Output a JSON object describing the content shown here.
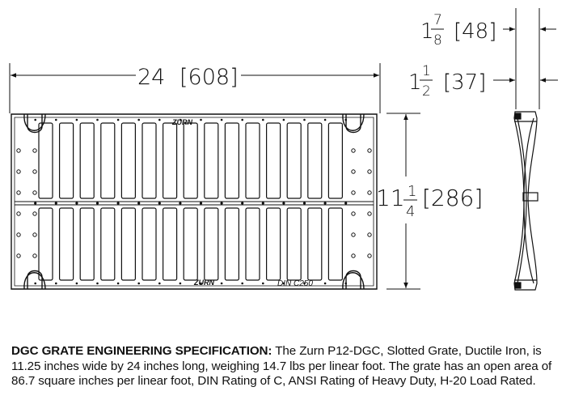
{
  "dimensions": {
    "length": "24",
    "length_mm": "[608]",
    "width_whole": "11",
    "width_num": "1",
    "width_den": "4",
    "width_mm": "[286]",
    "depth_total_whole": "1",
    "depth_total_num": "7",
    "depth_total_den": "8",
    "depth_total_mm": "[48]",
    "depth_body_whole": "1",
    "depth_body_num": "1",
    "depth_body_den": "2",
    "depth_body_mm": "[37]"
  },
  "grate_markings": {
    "top_brand": "ZURN",
    "bottom_brand": "ZURN",
    "rating": "DIN C250"
  },
  "spec": {
    "heading": "DGC GRATE ENGINEERING SPECIFICATION:",
    "body": " The Zurn P12-DGC, Slotted Grate, Ductile Iron, is 11.25 inches wide by 24 inches long, weighing 14.7 lbs per linear foot. The grate has an open area of 86.7 square inches per linear foot, DIN Rating of C, ANSI Rating of Heavy Duty, H-20 Load Rated."
  }
}
